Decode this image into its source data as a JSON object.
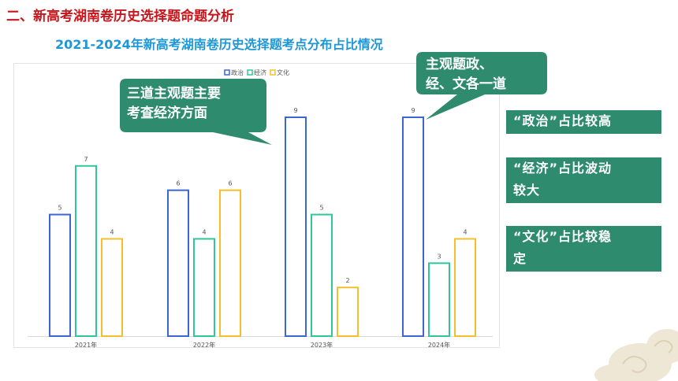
{
  "slide": {
    "title": "二、新高考湖南卷历史选择题命题分析",
    "subtitle": "2021-2024年新高考湖南卷历史选择题考点分布占比情况"
  },
  "callouts": {
    "left": [
      "三道主观题主要",
      "考查经济方面"
    ],
    "right": [
      "主观题政、",
      "经、文各一道"
    ]
  },
  "side_notes": [
    [
      "“政治”占比较高"
    ],
    [
      "“经济”占比波动",
      "较大"
    ],
    [
      "“文化”占比较稳",
      "定"
    ]
  ],
  "colors": {
    "政治": "#3b67d6",
    "经济": "#2ec79a",
    "文化": "#f4bf2a",
    "box": "#2f8b6e",
    "title": "#c8161d",
    "subtitle": "#1d97d6"
  },
  "chart_data": {
    "type": "bar",
    "categories": [
      "2021年",
      "2022年",
      "2023年",
      "2024年"
    ],
    "series": [
      {
        "name": "政治",
        "values": [
          5,
          6,
          9,
          9
        ]
      },
      {
        "name": "经济",
        "values": [
          7,
          4,
          5,
          3
        ]
      },
      {
        "name": "文化",
        "values": [
          4,
          6,
          2,
          4
        ]
      }
    ],
    "title": "",
    "xlabel": "",
    "ylabel": "",
    "ylim": [
      0,
      9
    ],
    "legend": "top-center",
    "grid": false,
    "bar_style": "outlined"
  }
}
